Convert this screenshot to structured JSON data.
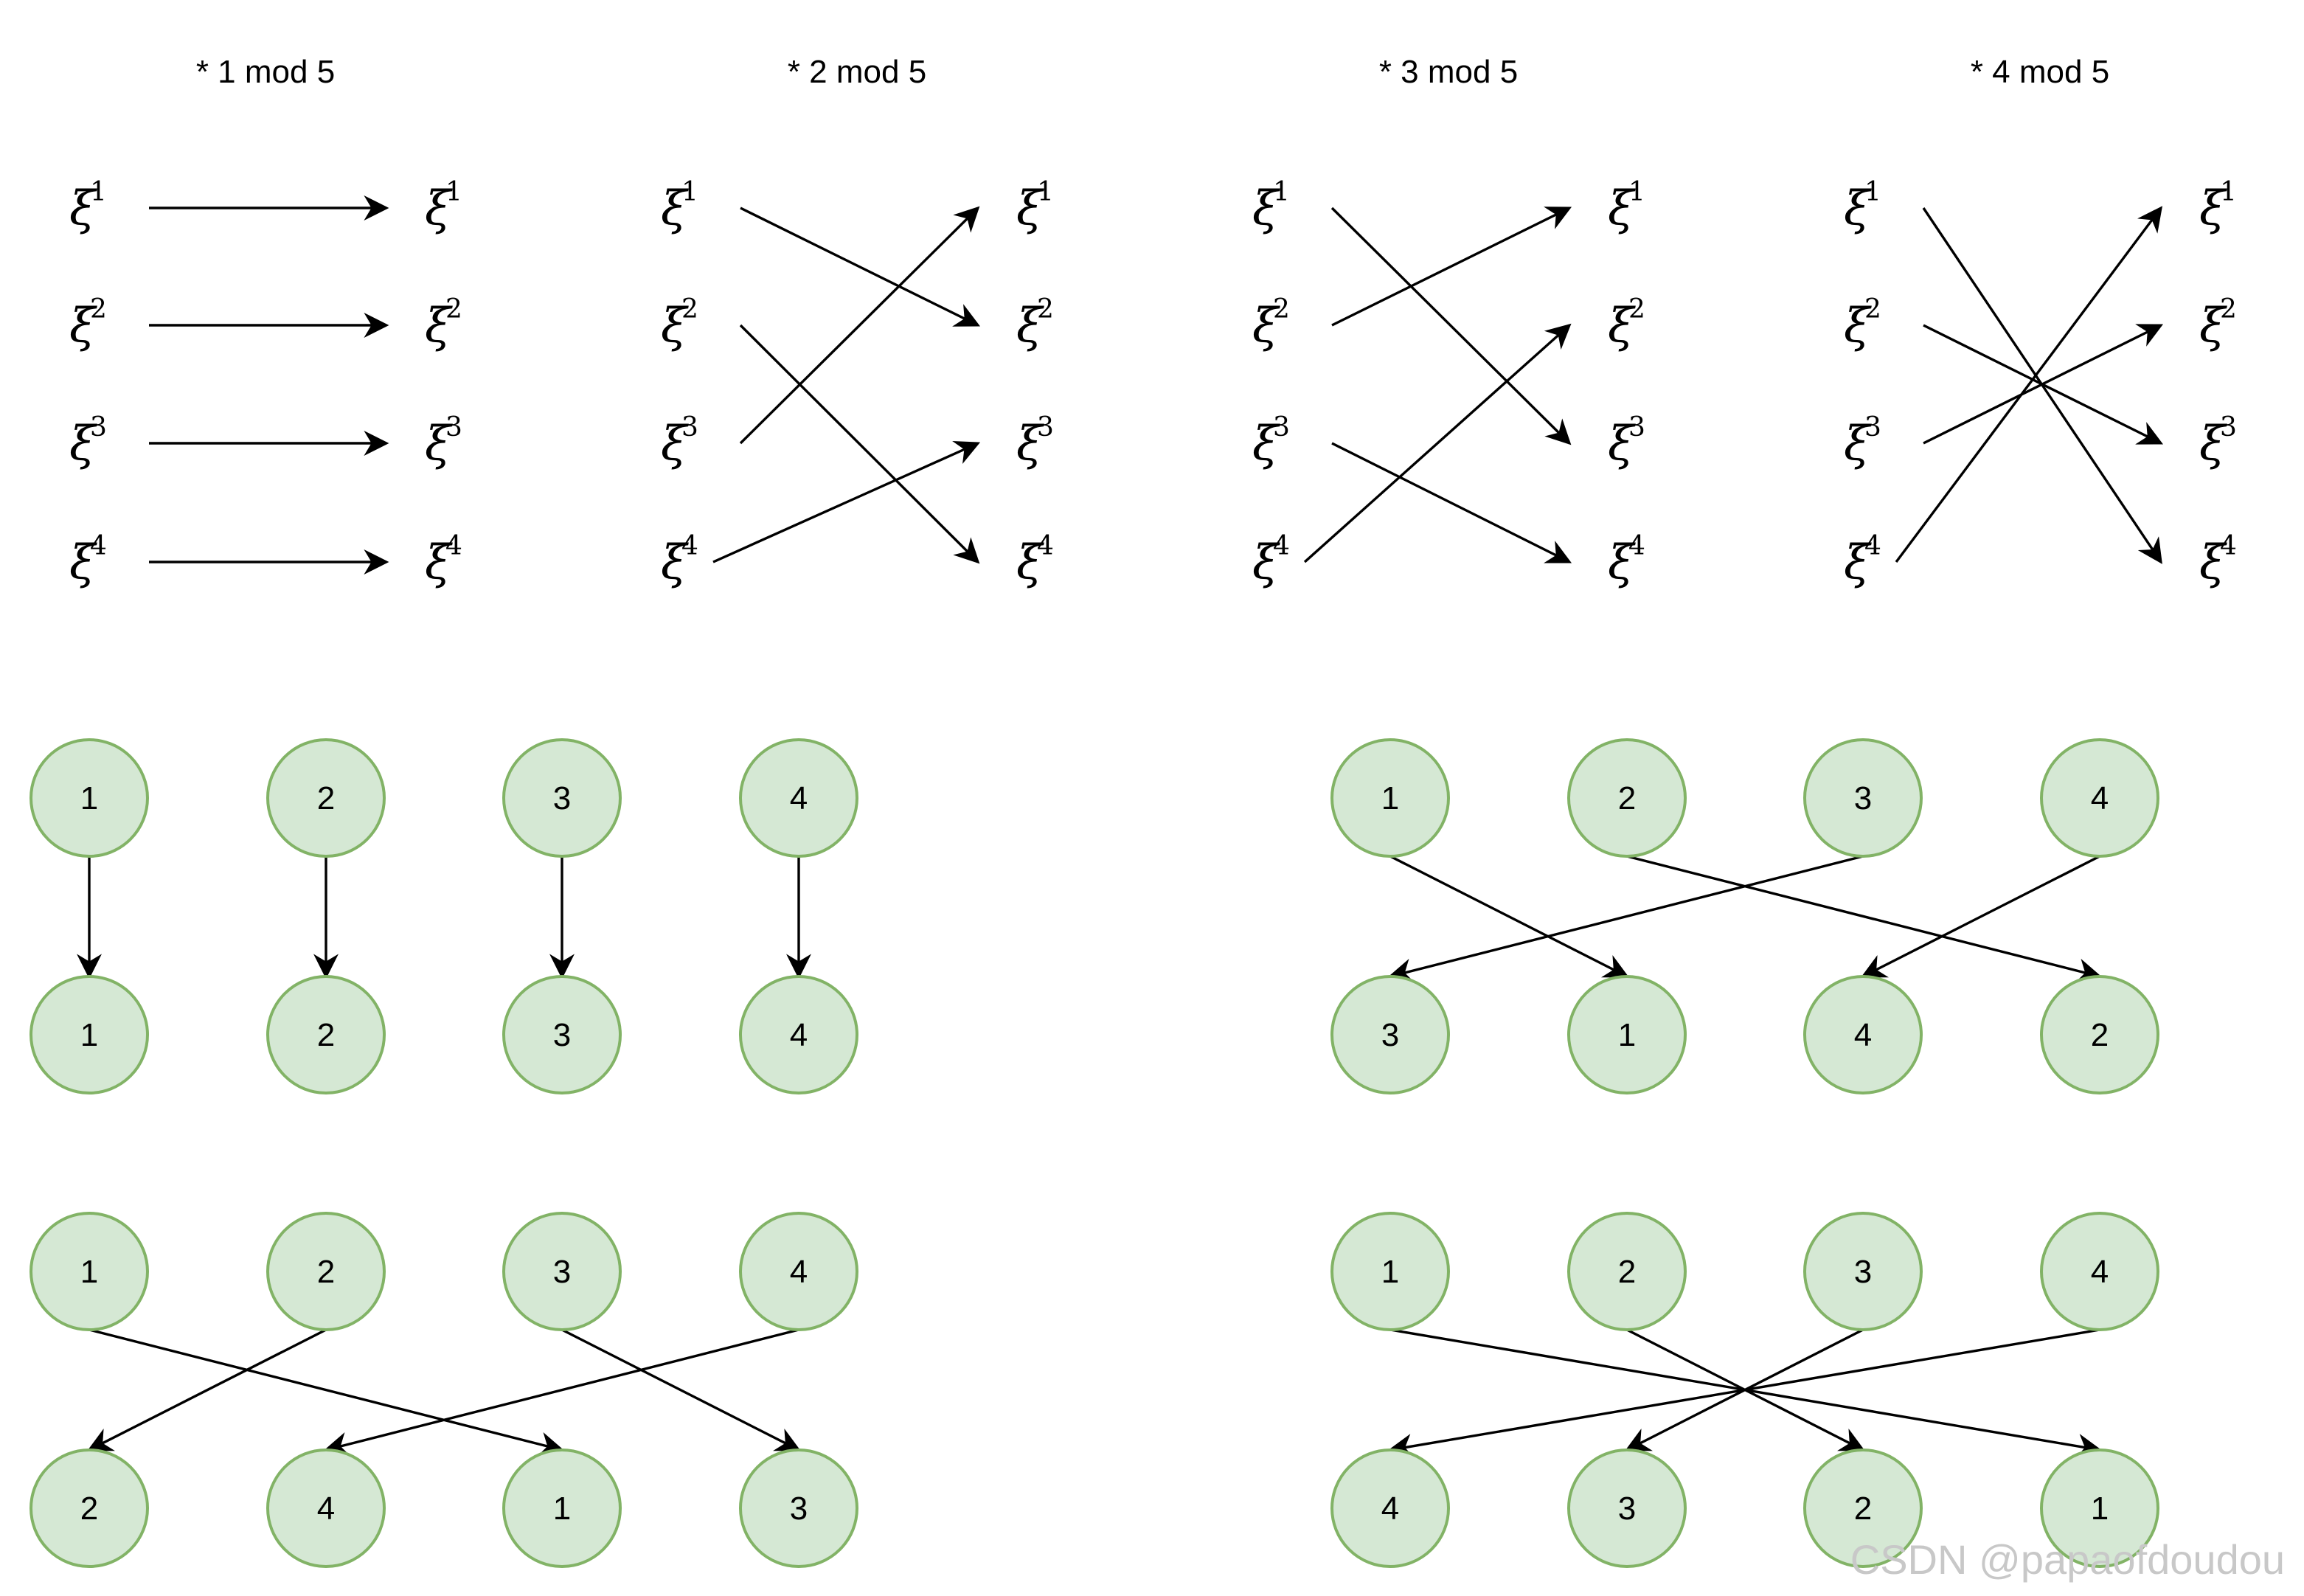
{
  "panels": [
    {
      "title": "* 1 mod 5",
      "map": [
        [
          1,
          1
        ],
        [
          2,
          2
        ],
        [
          3,
          3
        ],
        [
          4,
          4
        ]
      ]
    },
    {
      "title": "* 2 mod 5",
      "map": [
        [
          1,
          2
        ],
        [
          2,
          4
        ],
        [
          3,
          1
        ],
        [
          4,
          3
        ]
      ]
    },
    {
      "title": "* 3 mod 5",
      "map": [
        [
          1,
          3
        ],
        [
          2,
          1
        ],
        [
          3,
          4
        ],
        [
          4,
          2
        ]
      ]
    },
    {
      "title": "* 4 mod 5",
      "map": [
        [
          1,
          4
        ],
        [
          2,
          3
        ],
        [
          3,
          2
        ],
        [
          4,
          1
        ]
      ]
    }
  ],
  "symbol": "ξ",
  "exponents": [
    "1",
    "2",
    "3",
    "4"
  ],
  "trees": [
    {
      "top": [
        "1",
        "2",
        "3",
        "4"
      ],
      "bottom": [
        "1",
        "2",
        "3",
        "4"
      ],
      "edges": [
        [
          0,
          0
        ],
        [
          1,
          1
        ],
        [
          2,
          2
        ],
        [
          3,
          3
        ]
      ]
    },
    {
      "top": [
        "1",
        "2",
        "3",
        "4"
      ],
      "bottom": [
        "3",
        "1",
        "4",
        "2"
      ],
      "edges": [
        [
          0,
          1
        ],
        [
          1,
          3
        ],
        [
          2,
          0
        ],
        [
          3,
          2
        ]
      ]
    },
    {
      "top": [
        "1",
        "2",
        "3",
        "4"
      ],
      "bottom": [
        "2",
        "4",
        "1",
        "3"
      ],
      "edges": [
        [
          0,
          2
        ],
        [
          1,
          0
        ],
        [
          2,
          3
        ],
        [
          3,
          1
        ]
      ]
    },
    {
      "top": [
        "1",
        "2",
        "3",
        "4"
      ],
      "bottom": [
        "4",
        "3",
        "2",
        "1"
      ],
      "edges": [
        [
          0,
          3
        ],
        [
          1,
          2
        ],
        [
          2,
          1
        ],
        [
          3,
          0
        ]
      ]
    }
  ],
  "watermark": "CSDN @papaofdoudou"
}
